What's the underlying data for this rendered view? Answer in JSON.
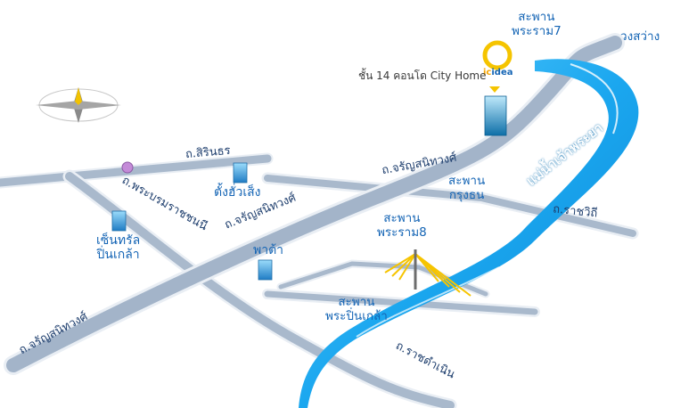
{
  "map": {
    "building_label": "ชั้น 14 คอนโด  City Home",
    "logo": {
      "text_top": "ic",
      "text_bottom": "idea",
      "color": "#f5c400"
    },
    "roads": {
      "sirinthorn": "ถ.สิรินธร",
      "charan_upper": "ถ.จรัญสนิทวงศ์",
      "charan_middle": "ถ.จรัญสนิทวงศ์",
      "charan_lower": "ถ.จรัญสนิทวงศ์",
      "phra_borom": "ถ.พระบรมราชชนนี",
      "ratchawithi": "ถ.ราชวิถี",
      "ratchadamnoen": "ถ.ราชดำเนิน",
      "wongsawang": "วงสว่าง"
    },
    "bridges": {
      "rama7": [
        "สะพาน",
        "พระราม7"
      ],
      "krungthon": [
        "สะพาน",
        "กรุงธน"
      ],
      "rama8": [
        "สะพาน",
        "พระราม8"
      ],
      "pinklao": [
        "สะพาน",
        "พระปิ่นเกล้า"
      ]
    },
    "places": {
      "tang_hua_seng": "ตั้งฮั่วเส็ง",
      "central": [
        "เซ็นทรัล",
        "ปิ่นเกล้า"
      ],
      "pata": "พาต้า"
    },
    "river": "แม่น้ำเจ้าพระยา",
    "colors": {
      "river": "#1ba7ef",
      "road": "#a8b8cc",
      "road_edge": "#e6ecf3",
      "text_blue": "#1565b5"
    },
    "icons": [
      "compass-icon",
      "building-marker-icon",
      "location-dot-icon",
      "bridge-icon"
    ]
  }
}
